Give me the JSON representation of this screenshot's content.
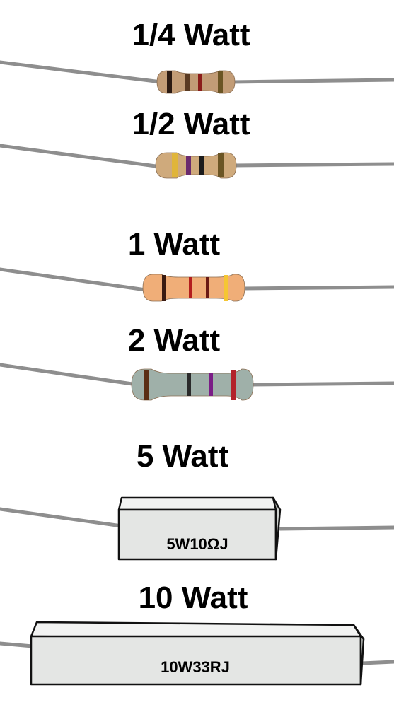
{
  "resistors": [
    {
      "label": "1/4 Watt",
      "body_color": "#c29c76",
      "bands": [
        "#2b1a12",
        "#5a3a22",
        "#8b1d1a",
        "#6b5524"
      ]
    },
    {
      "label": "1/2 Watt",
      "body_color": "#cfaa7c",
      "bands": [
        "#e0b53a",
        "#6a2a6e",
        "#1c1c1c",
        "#6b5524"
      ]
    },
    {
      "label": "1 Watt",
      "body_color": "#f0ae78",
      "bands": [
        "#3a1a10",
        "#b31e1e",
        "#6a1a14",
        "#f5c633"
      ]
    },
    {
      "label": "2 Watt",
      "body_color": "#9fb0a9",
      "bands": [
        "#5a2d14",
        "#2a2a2a",
        "#7a1d86",
        "#b3222a"
      ]
    }
  ],
  "wirewound": [
    {
      "label": "5 Watt",
      "code": "5W10ΩJ",
      "body_color": "#e4e6e4"
    },
    {
      "label": "10 Watt",
      "code": "10W33RJ",
      "body_color": "#e4e6e4"
    }
  ],
  "lead_color": "#8e8e8e"
}
